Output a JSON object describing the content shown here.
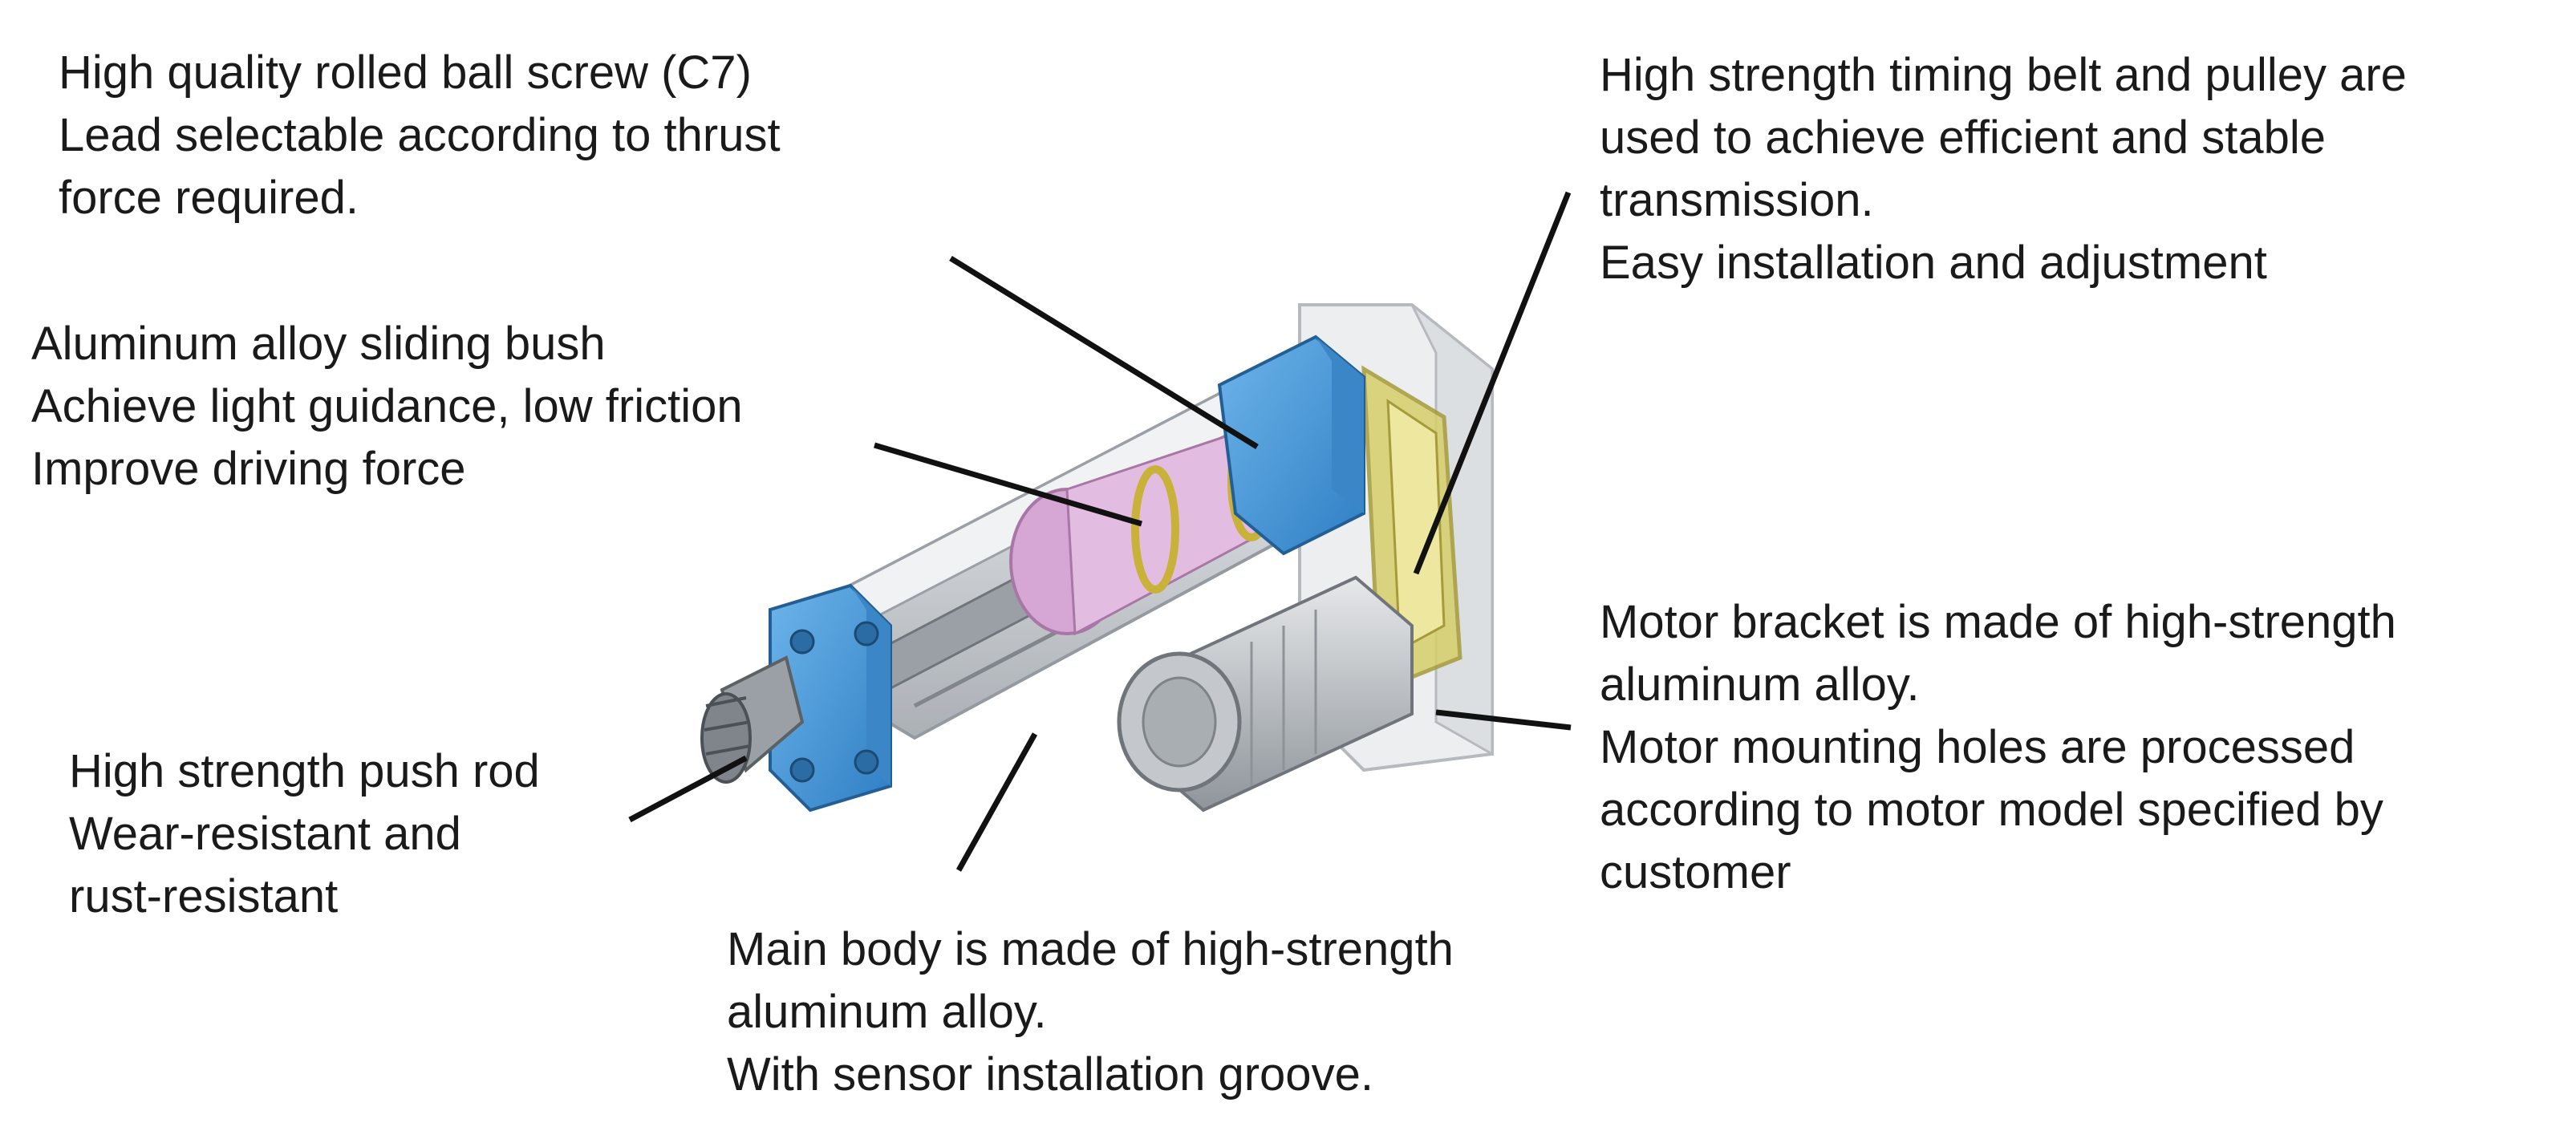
{
  "callouts": {
    "ball_screw": {
      "lines": [
        "High quality rolled ball screw (C7)",
        "Lead selectable according to thrust",
        "force required."
      ]
    },
    "sliding_bush": {
      "lines": [
        "Aluminum alloy sliding bush",
        "Achieve light guidance, low friction",
        "Improve driving force"
      ]
    },
    "push_rod": {
      "lines": [
        "High strength push rod",
        "Wear-resistant and",
        "rust-resistant"
      ]
    },
    "main_body": {
      "lines": [
        "Main body is made of high-strength",
        "aluminum alloy.",
        "With sensor installation groove."
      ]
    },
    "timing_belt": {
      "lines": [
        "High strength timing belt and pulley are",
        "used to achieve efficient and stable",
        "transmission.",
        "Easy installation and adjustment"
      ]
    },
    "motor_bracket": {
      "lines": [
        "Motor bracket is made of high-strength",
        "aluminum alloy.",
        "Motor mounting holes are processed",
        "according to motor model specified by",
        "customer"
      ]
    }
  },
  "colors": {
    "end_cap": "#4a9ad8",
    "nut": "#d6a6d4",
    "belt_housing": "#d8cf6a",
    "body": "#d7dadd",
    "motor": "#b8bcc0",
    "leader": "#111111"
  }
}
